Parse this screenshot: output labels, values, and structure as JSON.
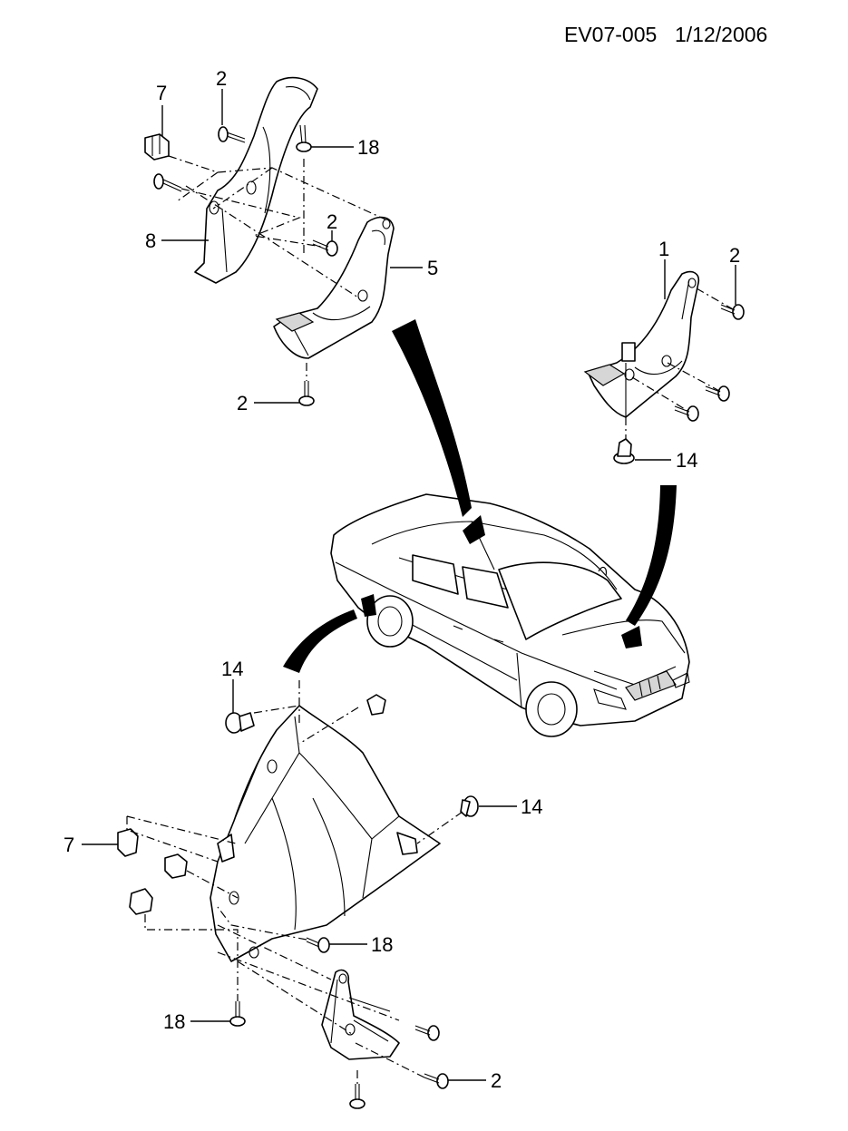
{
  "header": {
    "code": "EV07-005",
    "date": "1/12/2006"
  },
  "callouts": [
    {
      "id": "c-7-top",
      "text": "7"
    },
    {
      "id": "c-2-top",
      "text": "2"
    },
    {
      "id": "c-18-top",
      "text": "18"
    },
    {
      "id": "c-2-mid",
      "text": "2"
    },
    {
      "id": "c-8",
      "text": "8"
    },
    {
      "id": "c-5",
      "text": "5"
    },
    {
      "id": "c-2-lowleft",
      "text": "2"
    },
    {
      "id": "c-1",
      "text": "1"
    },
    {
      "id": "c-2-right",
      "text": "2"
    },
    {
      "id": "c-14-right",
      "text": "14"
    },
    {
      "id": "c-14-lower",
      "text": "14"
    },
    {
      "id": "c-14-liner",
      "text": "14"
    },
    {
      "id": "c-7-lower",
      "text": "7"
    },
    {
      "id": "c-18-liner",
      "text": "18"
    },
    {
      "id": "c-18-bottom",
      "text": "18"
    },
    {
      "id": "c-2-bottom",
      "text": "2"
    }
  ]
}
